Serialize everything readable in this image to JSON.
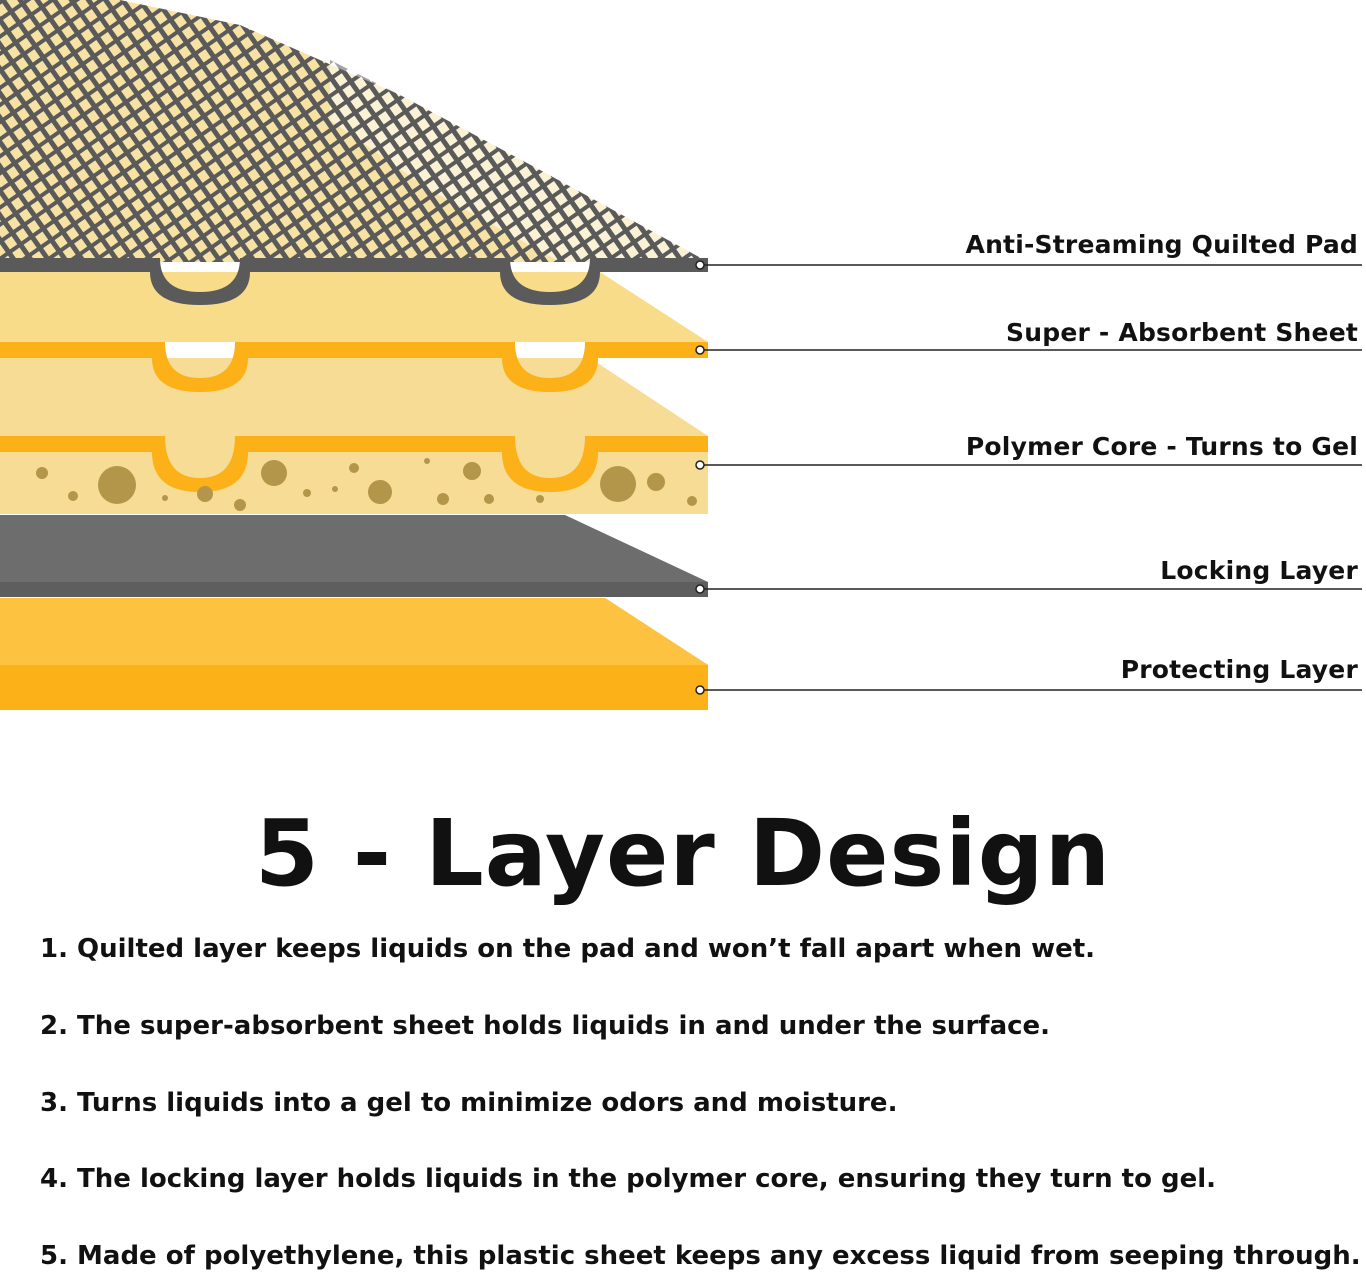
{
  "colors": {
    "quilt_gray": "#5a5a5a",
    "sheet_light_yellow": "#f9dc8a",
    "accent_orange": "#fbb117",
    "core_cream": "#f6dc94",
    "core_bubble": "#b3964a",
    "locking_gray": "#6d6d6d",
    "protecting_orange": "#fcb825",
    "leader_line": "#222222"
  },
  "layers": [
    {
      "label": "Anti-Streaming Quilted Pad",
      "icon": "quilted-pad-layer"
    },
    {
      "label": "Super - Absorbent Sheet",
      "icon": "absorbent-sheet-layer"
    },
    {
      "label": "Polymer Core - Turns to Gel",
      "icon": "polymer-core-layer"
    },
    {
      "label": "Locking Layer",
      "icon": "locking-layer"
    },
    {
      "label": "Protecting Layer",
      "icon": "protecting-layer"
    }
  ],
  "title": "5 - Layer Design",
  "features": [
    "1. Quilted layer keeps liquids on the pad and won’t fall apart when wet.",
    "2. The super-absorbent sheet holds liquids in and under the surface.",
    "3. Turns liquids into a gel to minimize odors and moisture.",
    "4. The locking layer holds liquids in the polymer core, ensuring they turn to gel.",
    "5. Made of polyethylene, this plastic sheet keeps any excess liquid from seeping through."
  ]
}
